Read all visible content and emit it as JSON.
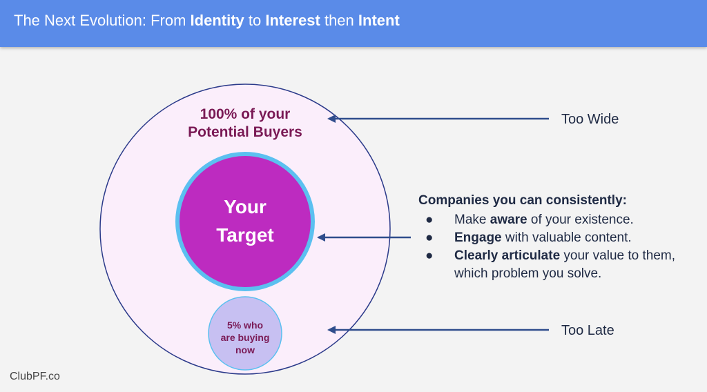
{
  "header": {
    "title_parts": [
      {
        "text": "The Next Evolution: From ",
        "bold": false
      },
      {
        "text": "Identity",
        "bold": true
      },
      {
        "text": " to ",
        "bold": false
      },
      {
        "text": "Interest",
        "bold": true
      },
      {
        "text": " then ",
        "bold": false
      },
      {
        "text": "Intent",
        "bold": true
      }
    ]
  },
  "diagram": {
    "outer_label_line1": "100% of your",
    "outer_label_line2": "Potential Buyers",
    "target_line1": "Your",
    "target_line2": "Target",
    "buying_line1": "5% who",
    "buying_line2": "are buying",
    "buying_line3": "now"
  },
  "labels": {
    "too_wide": "Too Wide",
    "too_late": "Too Late"
  },
  "companies": {
    "heading": "Companies you can consistently:",
    "items": [
      {
        "parts": [
          {
            "text": "Make ",
            "bold": false
          },
          {
            "text": "aware",
            "bold": true
          },
          {
            "text": " of your existence.",
            "bold": false
          }
        ]
      },
      {
        "parts": [
          {
            "text": "Engage",
            "bold": true
          },
          {
            "text": " with valuable content.",
            "bold": false
          }
        ]
      },
      {
        "parts": [
          {
            "text": "Clearly articulate",
            "bold": true
          },
          {
            "text": " your value to them, which problem you solve.",
            "bold": false
          }
        ]
      }
    ]
  },
  "colors": {
    "header": "#5a8be8",
    "outer_fill": "#fbeefb",
    "outer_stroke": "#2b3a8a",
    "target_fill": "#bd2bc0",
    "target_ring": "#5bc0f0",
    "buying_fill": "#c7c0f2",
    "arrow": "#2f4d8c"
  },
  "footer": {
    "brand": "ClubPF.co"
  }
}
